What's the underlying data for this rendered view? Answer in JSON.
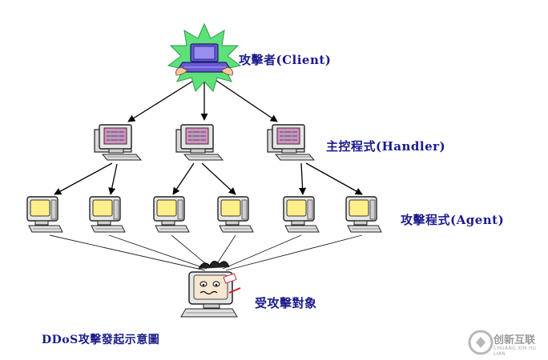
{
  "labels": {
    "client": "攻擊者(Client)",
    "handler": "主控程式(Handler)",
    "agent": "攻擊程式(Agent)",
    "victim": "受攻擊對象",
    "caption": "DDoS攻擊發起示意圖"
  },
  "watermark": {
    "name": "创新互联",
    "sub": "CHUANG XIN HU LIAN"
  },
  "colors": {
    "label_text": "#1a1a8c",
    "starburst": "#5ee07a",
    "laptop": "#6a5ad6",
    "handler_screen": "#d98fb8",
    "agent_screen": "#ffef8a",
    "monitor_body": "#e6e6e6",
    "victim_face": "#f6e7d0"
  },
  "nodes": {
    "client": {
      "icon": "attacker-laptop-icon"
    },
    "handlers": [
      {
        "icon": "handler-computer-icon"
      },
      {
        "icon": "handler-computer-icon"
      },
      {
        "icon": "handler-computer-icon"
      }
    ],
    "agents": [
      {
        "icon": "agent-computer-icon"
      },
      {
        "icon": "agent-computer-icon"
      },
      {
        "icon": "agent-computer-icon"
      },
      {
        "icon": "agent-computer-icon"
      },
      {
        "icon": "agent-computer-icon"
      },
      {
        "icon": "agent-computer-icon"
      }
    ],
    "victim": {
      "icon": "victim-computer-icon"
    }
  }
}
